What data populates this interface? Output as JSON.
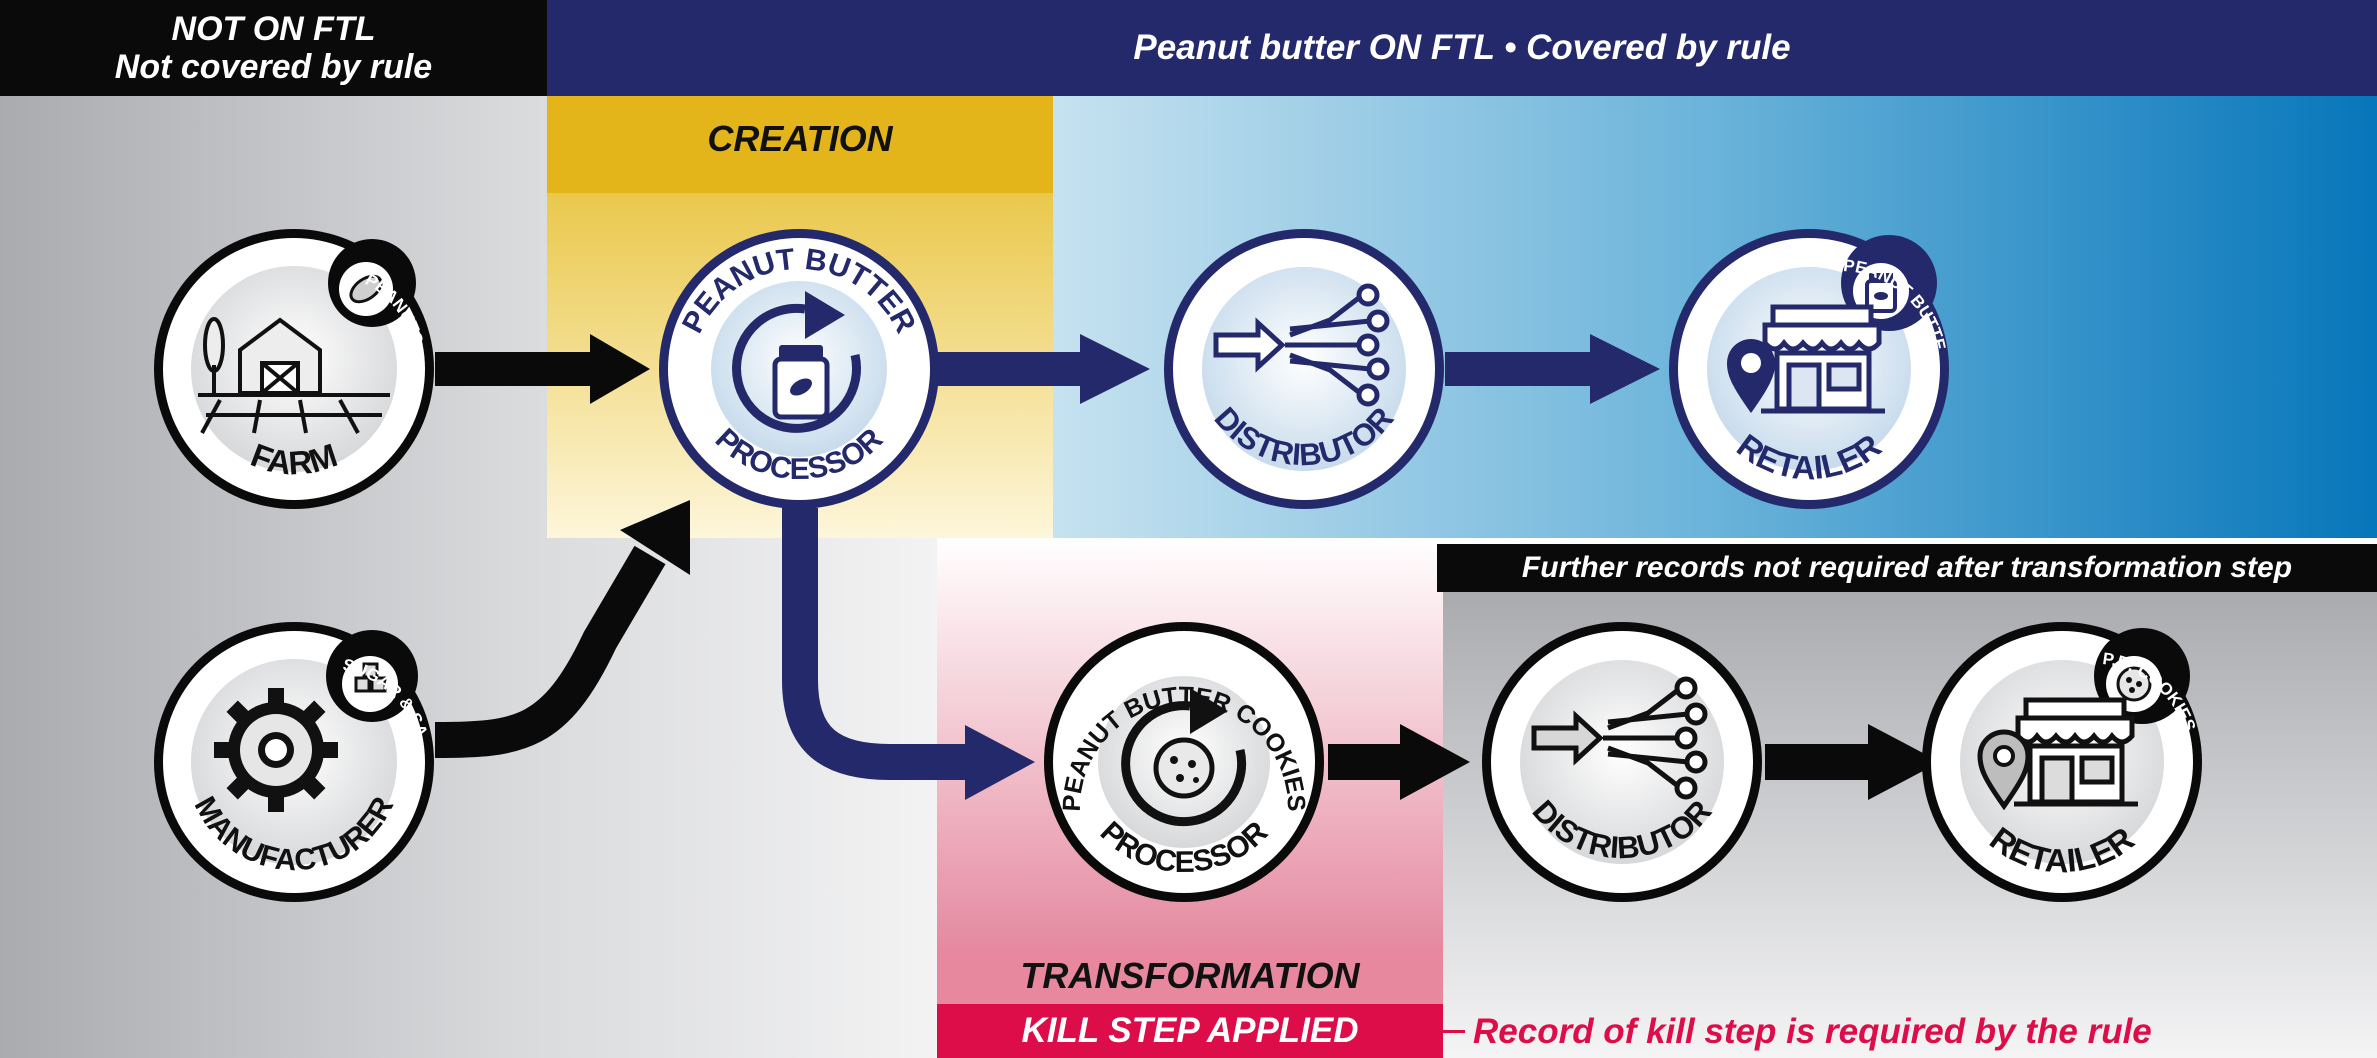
{
  "headers": {
    "not_ftl_line1": "NOT ON FTL",
    "not_ftl_line2": "Not covered by rule",
    "on_ftl": "Peanut butter ON FTL • Covered by rule"
  },
  "zones": {
    "creation": "CREATION",
    "further_records": "Further records not required after transformation step",
    "transformation": "TRANSFORMATION",
    "kill_step": "KILL STEP APPLIED",
    "kill_step_note": "Record of kill step is required by the rule"
  },
  "nodes": {
    "farm": {
      "label": "FARM",
      "badge": "PEANUTS"
    },
    "manufacturer": {
      "label": "MANUFACTURER",
      "badge": "SUGAR & SALT"
    },
    "pb_processor": {
      "label_top": "PEANUT BUTTER",
      "label_bottom": "PROCESSOR"
    },
    "distributor_1": {
      "label": "DISTRIBUTOR"
    },
    "retailer_1": {
      "label": "RETAILER",
      "badge": "PEANUT BUTTER"
    },
    "cookie_processor": {
      "label_top": "PEANUT BUTTER COOKIES",
      "label_bottom": "PROCESSOR"
    },
    "distributor_2": {
      "label": "DISTRIBUTOR"
    },
    "retailer_2": {
      "label": "RETAILER",
      "badge": "P.B. COOKIES"
    }
  },
  "colors": {
    "navy": "#23296b",
    "black": "#0a0a0a",
    "gold": "#e3b51a",
    "blue": "#0b78bd",
    "red": "#dc0d48",
    "grey": "#b9bbbf"
  }
}
